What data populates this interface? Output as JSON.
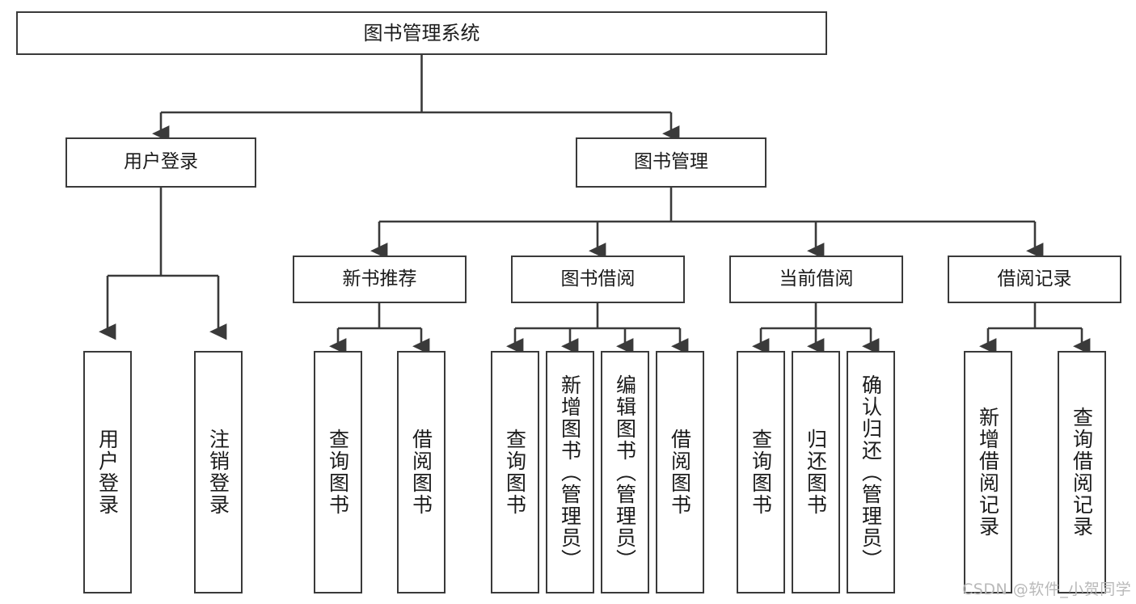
{
  "diagram": {
    "type": "hierarchy-tree",
    "title": "图书管理系统",
    "levels": [
      {
        "level": 1,
        "nodes": [
          {
            "id": "root",
            "label": "图书管理系统",
            "orientation": "horizontal"
          }
        ]
      },
      {
        "level": 2,
        "nodes": [
          {
            "id": "user-login",
            "label": "用户登录",
            "orientation": "horizontal",
            "parent": "root"
          },
          {
            "id": "book-manage",
            "label": "图书管理",
            "orientation": "horizontal",
            "parent": "root"
          }
        ]
      },
      {
        "level": 3,
        "nodes": [
          {
            "id": "new-book-rec",
            "label": "新书推荐",
            "orientation": "horizontal",
            "parent": "book-manage"
          },
          {
            "id": "book-borrow",
            "label": "图书借阅",
            "orientation": "horizontal",
            "parent": "book-manage"
          },
          {
            "id": "current-borrow",
            "label": "当前借阅",
            "orientation": "horizontal",
            "parent": "book-manage"
          },
          {
            "id": "borrow-record",
            "label": "借阅记录",
            "orientation": "horizontal",
            "parent": "book-manage"
          }
        ]
      },
      {
        "level": 4,
        "nodes": [
          {
            "id": "leaf-user-login",
            "label": "用户登录",
            "orientation": "vertical",
            "parent": "user-login"
          },
          {
            "id": "leaf-user-logout",
            "label": "注销登录",
            "orientation": "vertical",
            "parent": "user-login"
          },
          {
            "id": "leaf-query-book-1",
            "label": "查询图书",
            "orientation": "vertical",
            "parent": "new-book-rec"
          },
          {
            "id": "leaf-borrow-book-1",
            "label": "借阅图书",
            "orientation": "vertical",
            "parent": "new-book-rec"
          },
          {
            "id": "leaf-query-book-2",
            "label": "查询图书",
            "orientation": "vertical",
            "parent": "book-borrow"
          },
          {
            "id": "leaf-add-book",
            "label": "新增图书（管理员）",
            "orientation": "vertical",
            "parent": "book-borrow"
          },
          {
            "id": "leaf-edit-book",
            "label": "编辑图书（管理员）",
            "orientation": "vertical",
            "parent": "book-borrow"
          },
          {
            "id": "leaf-borrow-book-2",
            "label": "借阅图书",
            "orientation": "vertical",
            "parent": "book-borrow"
          },
          {
            "id": "leaf-query-book-3",
            "label": "查询图书",
            "orientation": "vertical",
            "parent": "current-borrow"
          },
          {
            "id": "leaf-return-book",
            "label": "归还图书",
            "orientation": "vertical",
            "parent": "current-borrow"
          },
          {
            "id": "leaf-confirm-return",
            "label": "确认归还（管理员）",
            "orientation": "vertical",
            "parent": "current-borrow"
          },
          {
            "id": "leaf-add-record",
            "label": "新增借阅记录",
            "orientation": "vertical",
            "parent": "borrow-record"
          },
          {
            "id": "leaf-query-record",
            "label": "查询借阅记录",
            "orientation": "vertical",
            "parent": "borrow-record"
          }
        ]
      }
    ],
    "colors": {
      "stroke": "#3a3a3a",
      "background": "#ffffff",
      "text": "#1b1b1b",
      "watermark": "#b9b9b9"
    }
  },
  "watermark": {
    "text": "CSDN @软件_小贺同学"
  }
}
